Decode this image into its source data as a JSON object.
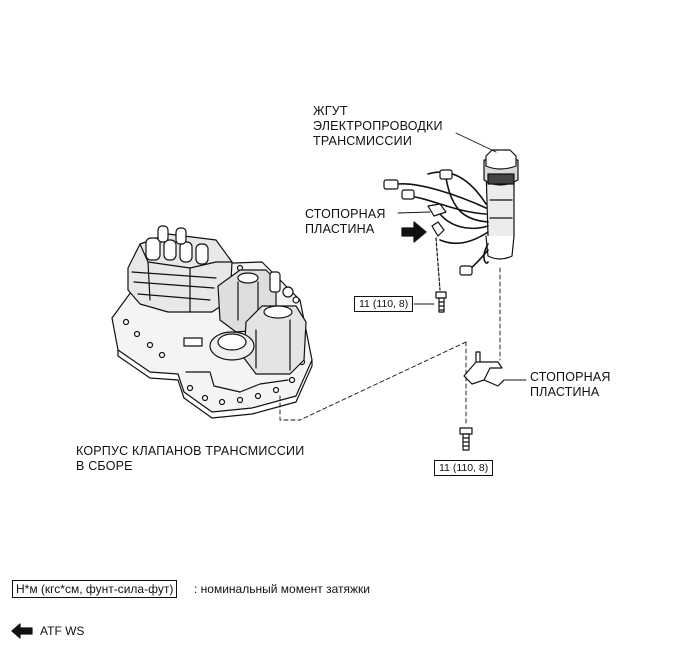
{
  "labels": {
    "wire_harness": [
      "ЖГУТ",
      "ЭЛЕКТРОПРОВОДКИ",
      "ТРАНСМИССИИ"
    ],
    "lock_plate_top": [
      "СТОПОРНАЯ",
      "ПЛАСТИНА"
    ],
    "lock_plate_right": [
      "СТОПОРНАЯ",
      "ПЛАСТИНА"
    ],
    "valve_body": [
      "КОРПУС КЛАПАНОВ ТРАНСМИССИИ",
      "В СБОРЕ"
    ]
  },
  "torque": {
    "upper_bolt": "11 (110, 8)",
    "lower_bolt": "11 (110, 8)"
  },
  "legend": {
    "torque_unit": "Н*м (кгс*см, фунт-сила-фут)",
    "torque_desc": ": номинальный момент затяжки",
    "fluid_label": "ATF WS"
  }
}
